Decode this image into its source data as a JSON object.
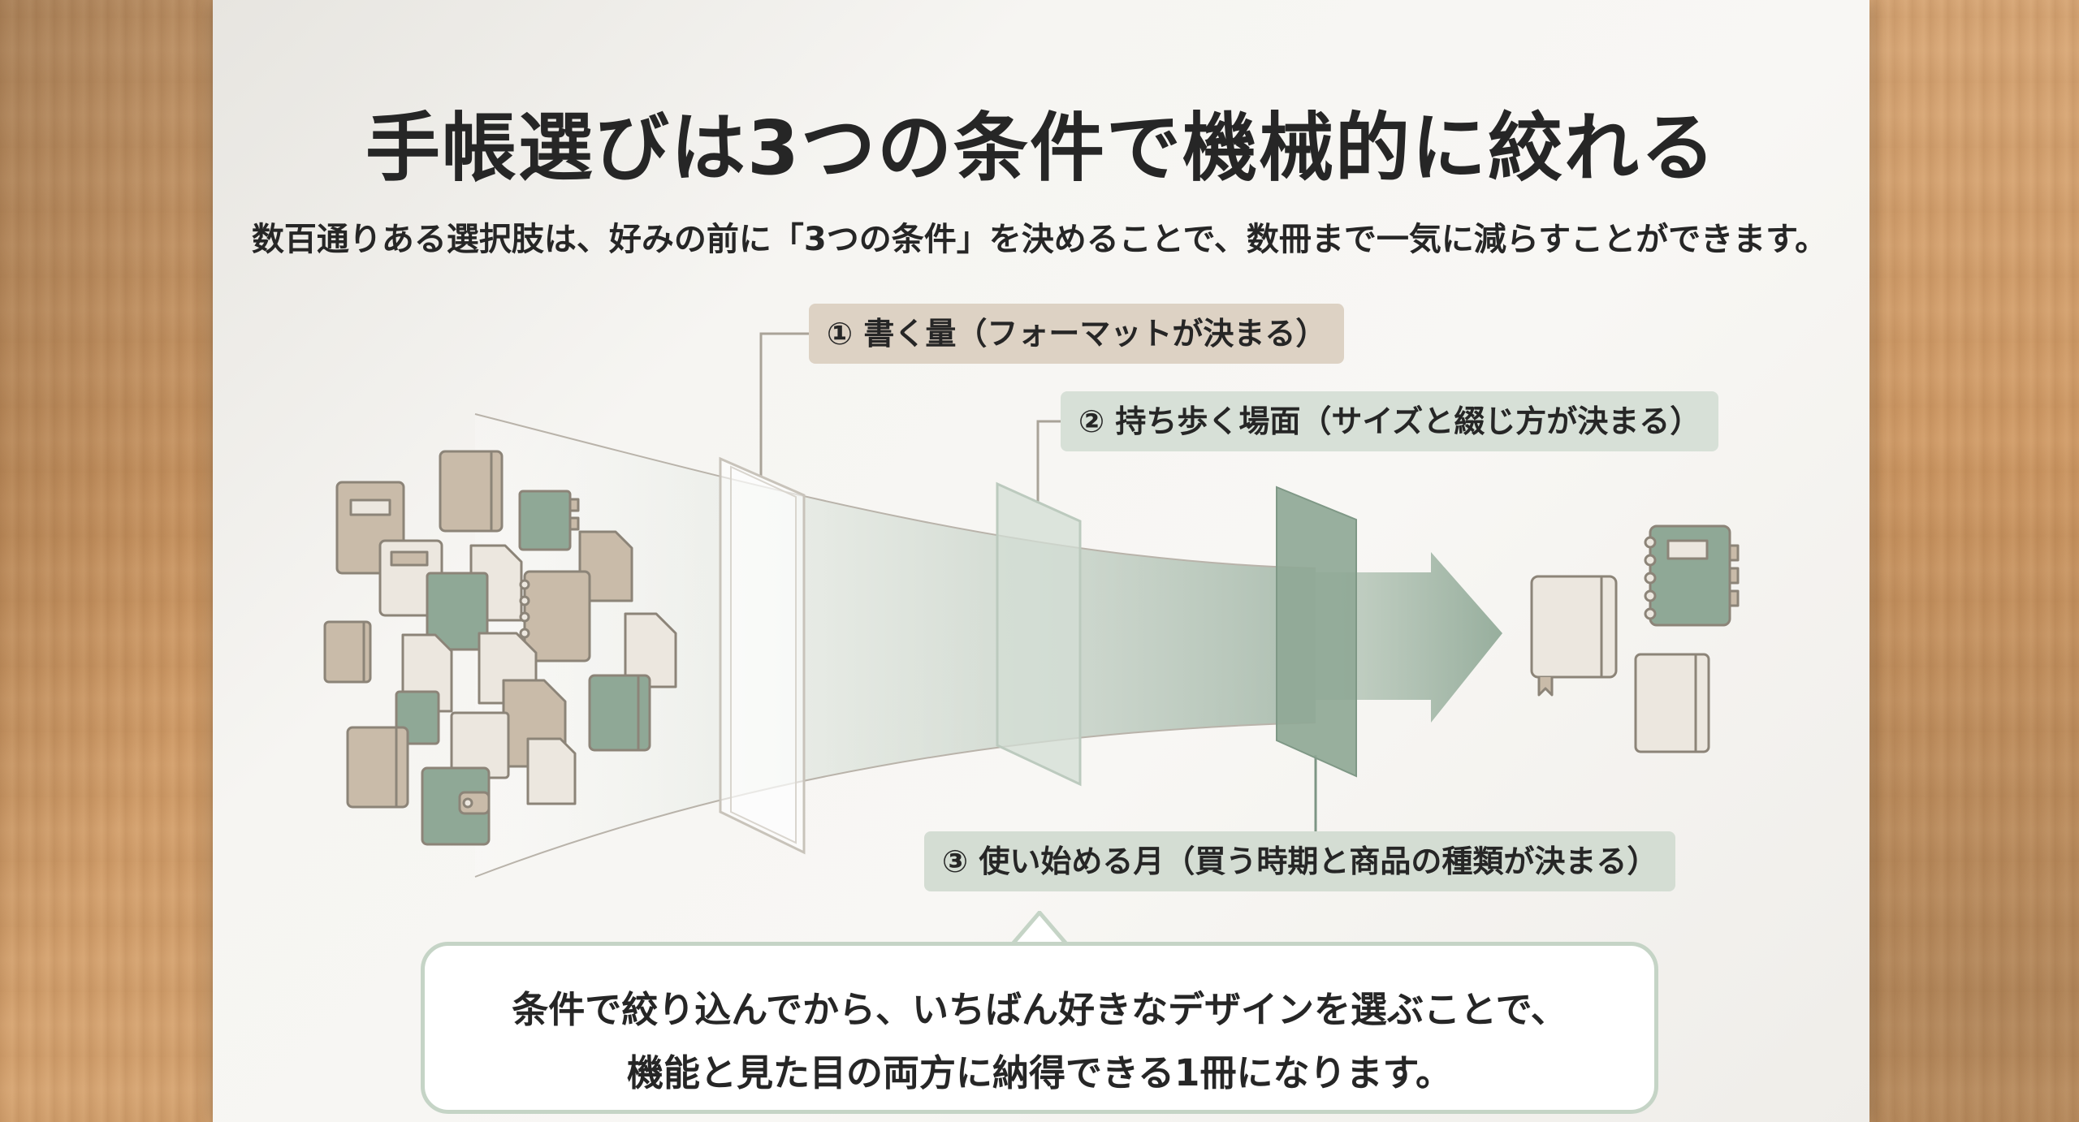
{
  "title": "手帳選びは3つの条件で機械的に絞れる",
  "subtitle": "数百通りある選択肢は、好みの前に「3つの条件」を決めることで、数冊まで一気に減らすことができます。",
  "conditions": [
    {
      "label": "① 書く量（フォーマットが決まる）",
      "color": "#ddd2c4"
    },
    {
      "label": "② 持ち歩く場面（サイズと綴じ方が決まる）",
      "color": "#d7e0d7"
    },
    {
      "label": "③ 使い始める月（買う時期と商品の種類が決まる）",
      "color": "#d4ddd3"
    }
  ],
  "callout": {
    "line1": "条件で絞り込んでから、いちばん好きなデザインを選ぶことで、",
    "line2": "機能と見た目の両方に納得できる1冊になります。"
  },
  "colors": {
    "beige": "#c9bba9",
    "sage": "#8fa896",
    "cream": "#ece7df",
    "outline": "#8c8478"
  },
  "icons": [
    "notebook-icon",
    "planner-icon",
    "document-icon",
    "ring-binder-icon",
    "wallet-planner-icon"
  ]
}
